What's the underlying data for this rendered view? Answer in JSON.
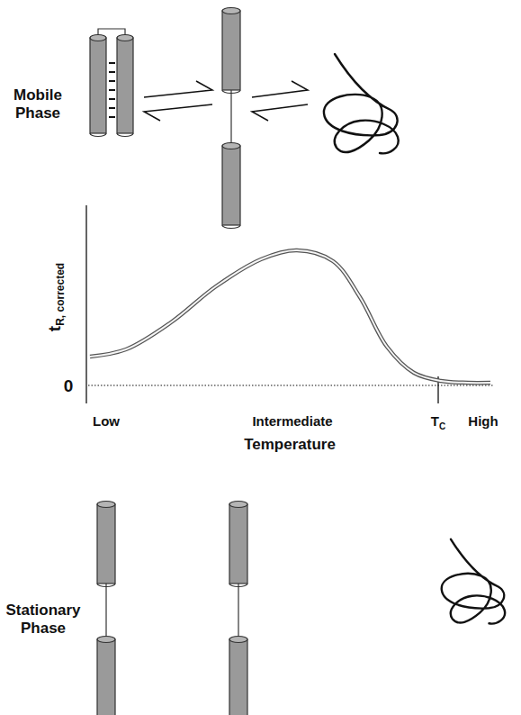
{
  "diagram": {
    "labels": [
      "Mobile Phase",
      "t",
      "R, corrected",
      "0",
      "Low",
      "Intermediate",
      "T",
      "C",
      "High",
      "Temperature",
      "Stationary Phase"
    ]
  }
}
